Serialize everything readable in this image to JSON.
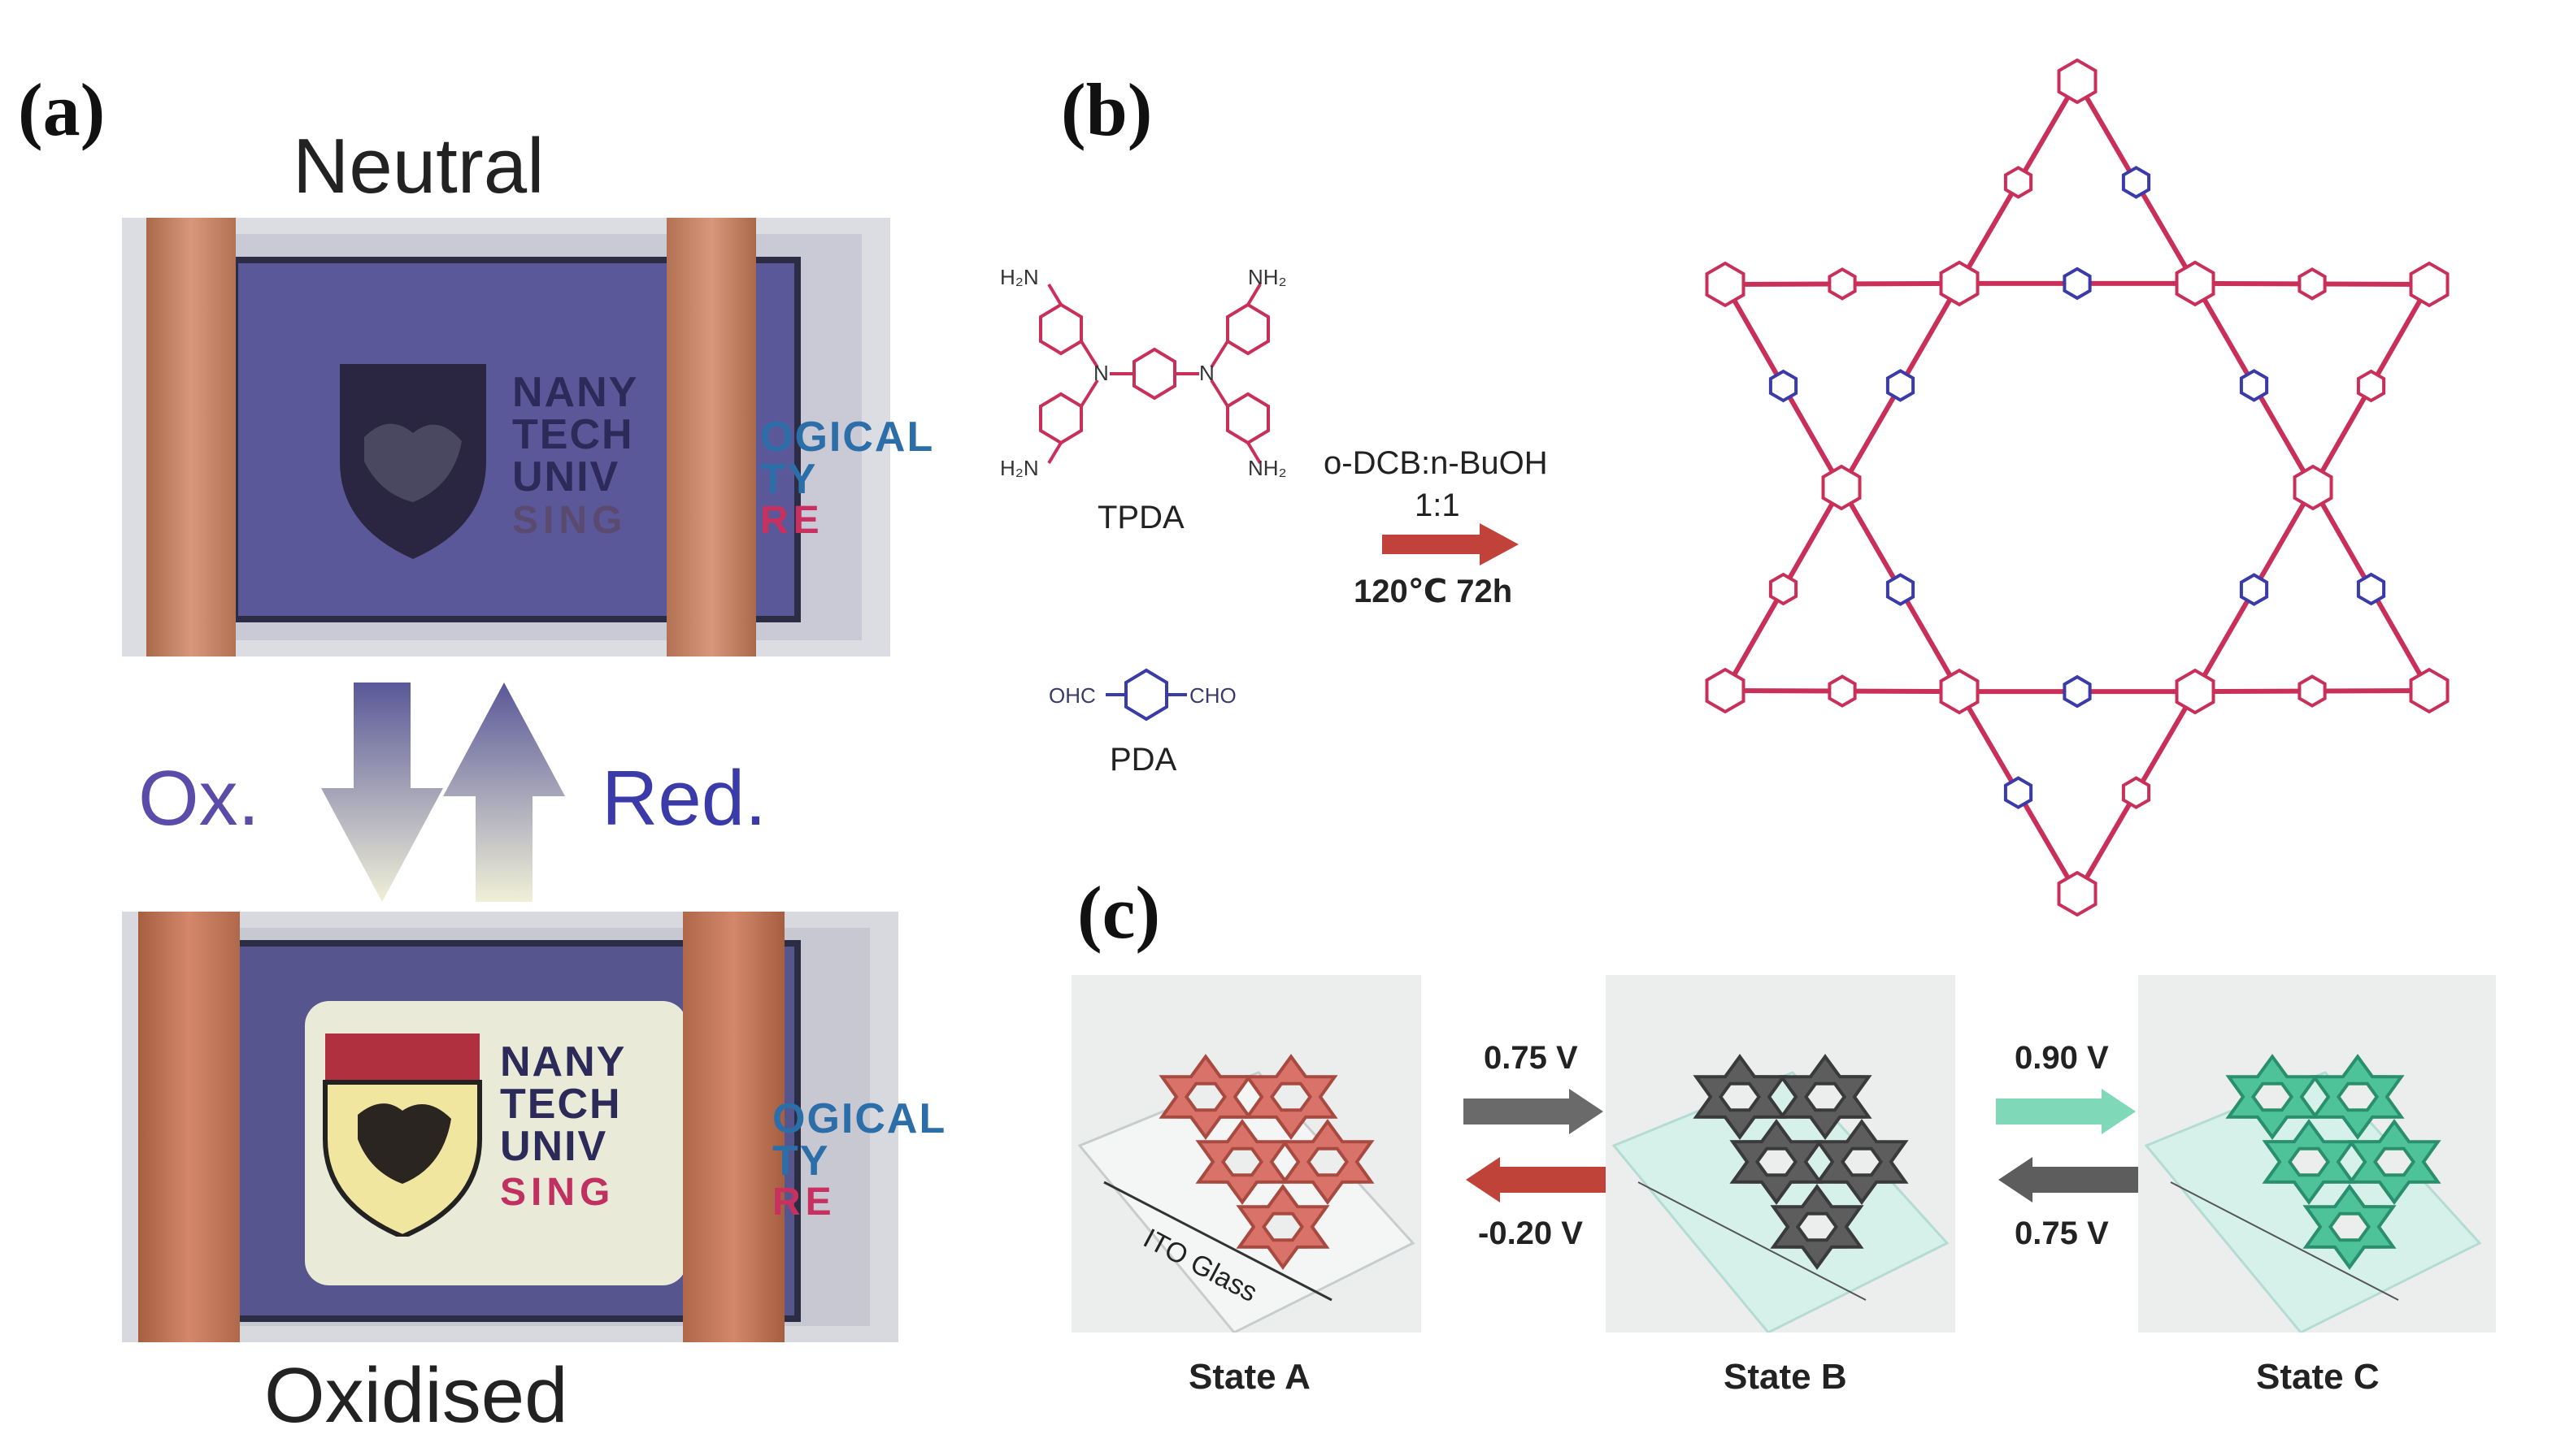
{
  "panel_a": {
    "label": "(a)",
    "top_caption": "Neutral",
    "bottom_caption": "Oxidised",
    "ox_label": "Ox.",
    "red_label": "Red.",
    "logo_lines": [
      "NANY",
      "TECH",
      "UNIV",
      "SING",
      "OGICAL",
      "TY",
      "RE"
    ]
  },
  "panel_b": {
    "label": "(b)",
    "monomer1": "TPDA",
    "monomer2": "PDA",
    "nh2": "NH₂",
    "h2n": "H₂N",
    "ohc": "OHC",
    "cho": "CHO",
    "n_atom": "N",
    "solvent": "o-DCB:n-BuOH",
    "ratio": "1:1",
    "conditions": "120℃ 72h"
  },
  "panel_c": {
    "label": "(c)",
    "state_a": "State A",
    "state_b": "State B",
    "state_c": "State C",
    "substrate": "ITO Glass",
    "ab_forward": "0.75 V",
    "ab_backward": "-0.20 V",
    "bc_forward": "0.90 V",
    "bc_backward": "0.75 V"
  },
  "colors": {
    "red_frame": "#d9736a",
    "gray_frame": "#5d5d5d",
    "green_frame": "#4ec39a",
    "bond_pink": "#c8305a",
    "bond_blue": "#3a3aa8",
    "device_purple": "#5a5898",
    "copper": "#c8865e"
  }
}
